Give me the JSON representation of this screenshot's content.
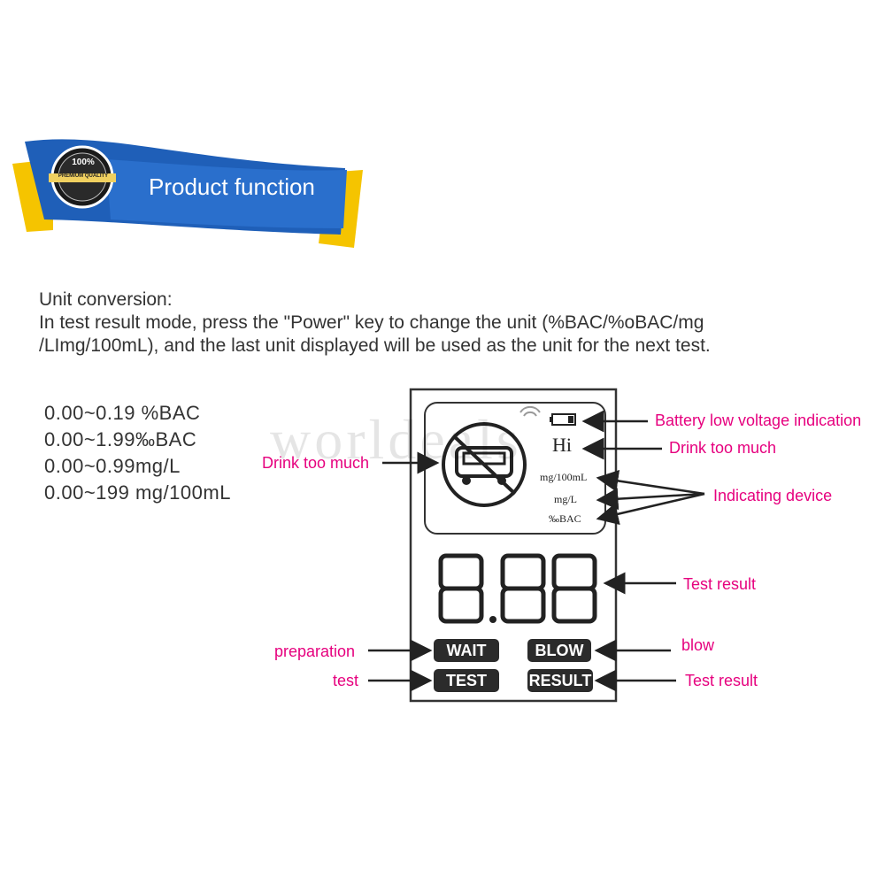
{
  "banner": {
    "title": "Product function",
    "badge": {
      "top": "100%",
      "middle": "PREMIUM QUALITY"
    },
    "colors": {
      "blue": "#1f5fb8",
      "yellow": "#f5c400"
    }
  },
  "intro": {
    "heading": "Unit conversion:",
    "line1": "In test result mode, press the \"Power\" key to change the unit (%BAC/%oBAC/mg",
    "line2": "/LImg/100mL), and the last unit displayed will be used as the unit for the next test."
  },
  "ranges": [
    "0.00~0.19 %BAC",
    "0.00~1.99‰BAC",
    "0.00~0.99mg/L",
    "0.00~199 mg/100mL"
  ],
  "display": {
    "digits": "8.88",
    "hi": "Hi",
    "units": [
      "mg/100mL",
      "mg/L",
      "‰BAC"
    ],
    "buttons": {
      "wait": "WAIT",
      "blow": "BLOW",
      "test": "TEST",
      "result": "RESULT"
    }
  },
  "labels": {
    "battery": "Battery low voltage indication",
    "drink_right": "Drink too much",
    "drink_left": "Drink too much",
    "indicating": "Indicating device",
    "test_result_top": "Test result",
    "preparation": "preparation",
    "blow": "blow",
    "test": "test",
    "test_result_bottom": "Test result"
  },
  "watermark": "worldeals",
  "colors": {
    "label": "#e6007e",
    "lcd_line": "#333333"
  }
}
